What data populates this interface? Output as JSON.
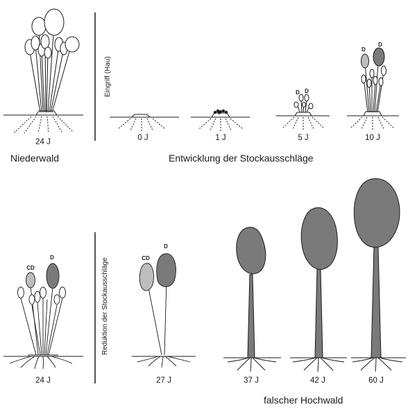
{
  "row1": {
    "niederwald_age": "24 J",
    "niederwald_caption": "Niederwald",
    "intervention_label": "Eingriff (Hau)",
    "development_caption": "Entwicklung der Stockausschläge",
    "stages": [
      "0 J",
      "1 J",
      "5 J",
      "10 J"
    ],
    "marks": {
      "d": "D"
    }
  },
  "row2": {
    "reduction_label": "Reduktion der Stockausschläge",
    "stages": [
      "24 J",
      "27 J",
      "37 J",
      "42 J",
      "60 J"
    ],
    "caption": "falscher Hochwald",
    "marks": {
      "cd": "CD",
      "d": "D"
    }
  },
  "colors": {
    "stroke": "#1a1a1a",
    "dominant": "#7a7a7a",
    "codominant": "#bdbdbd",
    "crown": "#ffffff"
  }
}
